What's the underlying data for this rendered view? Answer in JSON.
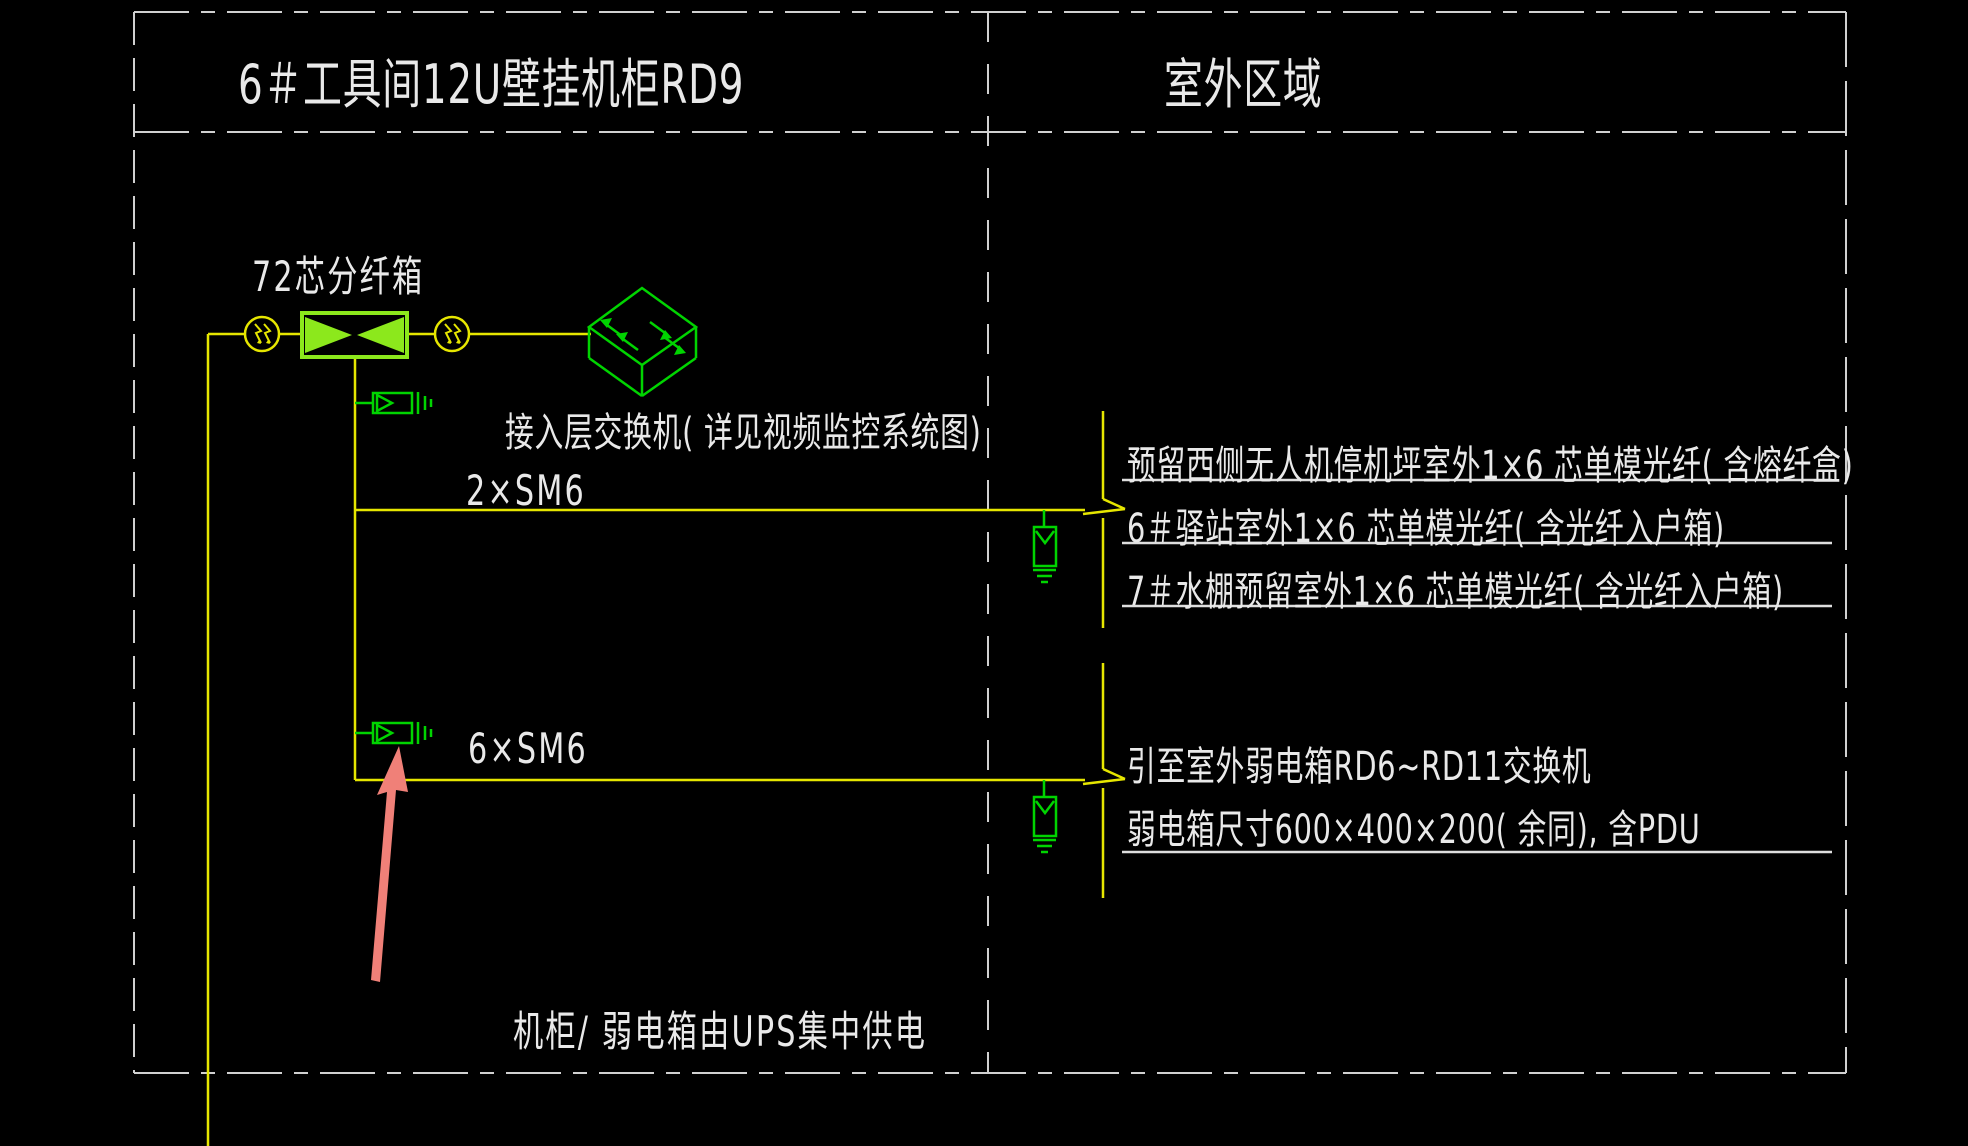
{
  "diagram": {
    "left_zone_title": "6＃工具间12U壁挂机柜RD9",
    "right_zone_title": "室外区域",
    "fiber_distribution_box_label": "72芯分纤箱",
    "access_switch_note": "接入层交换机( 详见视频监控系统图)",
    "branch_top_label": "2×SM6",
    "branch_bottom_label": "6×SM6",
    "ups_note": "机柜/ 弱电箱由UPS集中供电",
    "outdoor_top_group": [
      {
        "text": "预留西侧无人机停机坪室外1×6 芯单模光纤( 含熔纤盒)",
        "underline": true
      },
      {
        "text": "6＃驿站室外1×6 芯单模光纤( 含光纤入户箱)",
        "underline": true
      },
      {
        "text": "7＃水棚预留室外1×6 芯单模光纤( 含光纤入户箱)",
        "underline": true
      }
    ],
    "outdoor_bottom_group": [
      {
        "text": "引至室外弱电箱RD6~RD11交换机",
        "underline": false
      },
      {
        "text": "弱电箱尺寸600×400×200( 余同), 含PDU",
        "underline": true
      }
    ],
    "colors": {
      "background": "#000000",
      "border_white": "#d0d0d0",
      "text_white": "#e9e9e9",
      "cad_yellow": "#e6e600",
      "cad_green": "#00d400",
      "splitter_green": "#8ce81c",
      "annotation_arrow_red": "#f08078"
    },
    "icons": [
      "splice-circle-icon",
      "fiber-splitter-bowtie-icon",
      "switch-3d-icon",
      "fiber-connector-icon",
      "terminal-box-ground-icon",
      "red-annotation-arrow"
    ]
  }
}
